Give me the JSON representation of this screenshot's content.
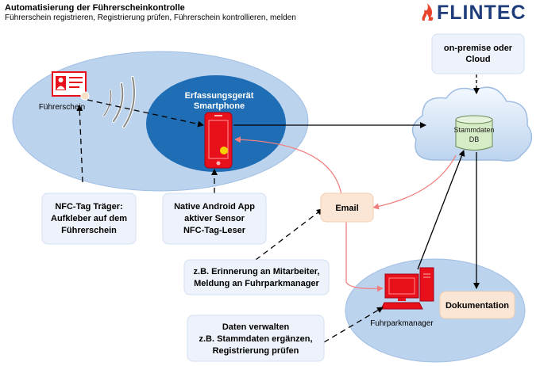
{
  "header": {
    "title": "Automatisierung der Führerscheinkontrolle",
    "subtitle": "Führerschein registrieren, Registrierung prüfen, Führerschein kontrollieren, melden"
  },
  "logo": {
    "text": "FLINTEC",
    "colors": {
      "mark": "#e8452c",
      "text": "#1f3d7a"
    }
  },
  "nodes": {
    "license_label": "Führerschein",
    "device_line1": "Erfassungsgerät",
    "device_line2": "Smartphone",
    "cloud_label_box_line1": "on-premise oder",
    "cloud_label_box_line2": "Cloud",
    "db_line1": "Stammdaten",
    "db_line2": "DB",
    "email": "Email",
    "fleet_manager_label": "Fuhrparkmanager",
    "documentation": "Dokumentation"
  },
  "notes": {
    "nfc_tag": [
      "NFC-Tag Träger:",
      "Aufkleber auf dem",
      "Führerschein"
    ],
    "android_app": [
      "Native Android App",
      "aktiver Sensor",
      "NFC-Tag-Leser"
    ],
    "reminder": [
      "z.B. Erinnerung an Mitarbeiter,",
      "Meldung an Fuhrparkmanager"
    ],
    "manage_data": [
      "Daten verwalten",
      "z.B. Stammdaten ergänzen,",
      "Registrierung prüfen"
    ]
  },
  "colors": {
    "ellipse_light": "#bcd3ee",
    "ellipse_dark": "#1f6db5",
    "red": "#e8101a",
    "note_bg": "#eef3fb",
    "email_bg": "#fbe6d6",
    "db_fill": "#d6ecc6",
    "pink_arrow": "#f08080"
  }
}
